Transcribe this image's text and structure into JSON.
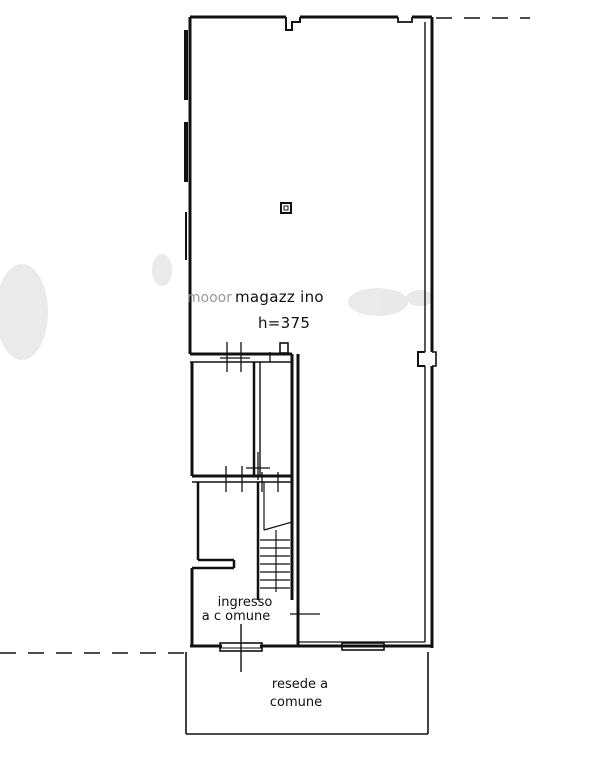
{
  "plan": {
    "main_room": {
      "faded_text": "mooor",
      "name": "magazz ino",
      "height": "h=375"
    },
    "entrance": {
      "line1": "ingresso",
      "line2": "a c omune"
    },
    "yard": {
      "line1": "resede a",
      "line2": "comune"
    }
  },
  "colors": {
    "ink": "#111111",
    "paper": "#ffffff",
    "smudge": "#c8c8c8"
  }
}
